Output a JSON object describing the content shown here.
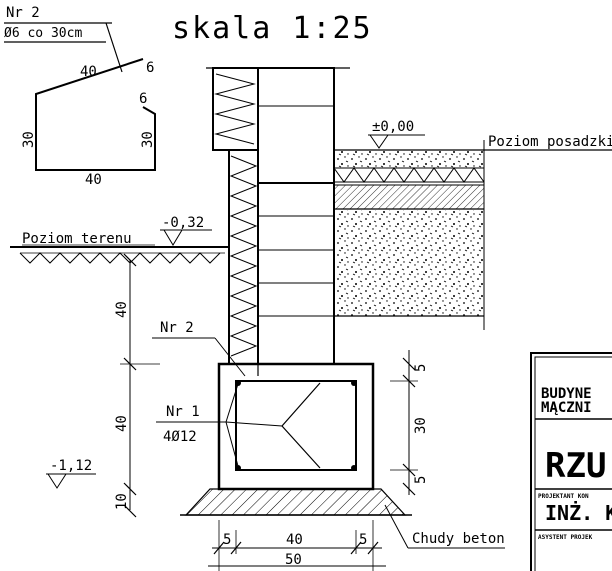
{
  "title": "skala 1:25",
  "bar_detail": {
    "label": "Nr 2",
    "spec": "Ø6 co 30cm",
    "dim_top": "40",
    "dim_hook_top": "6",
    "dim_hook_side": "6",
    "dim_left": "30",
    "dim_right": "30",
    "dim_bottom": "40"
  },
  "levels": {
    "floor_mark": "±0,00",
    "floor_label": "Poziom posadzki",
    "ground_mark": "-0,32",
    "ground_label": "Poziom terenu",
    "base_mark": "-1,12"
  },
  "labels": {
    "bar2": "Nr 2",
    "bar1": "Nr 1",
    "bar1_spec": "4Ø12",
    "lean_concrete": "Chudy beton"
  },
  "dims": {
    "vert_40_top": "40",
    "vert_40_mid": "40",
    "vert_10": "10",
    "right_5_top": "5",
    "right_30": "30",
    "right_5_bottom": "5",
    "bottom_5_left": "5",
    "bottom_40": "40",
    "bottom_5_right": "5",
    "bottom_50": "50"
  },
  "title_block": {
    "line1": "BUDYNE",
    "line2": "MĄCZNI",
    "rzut": "RZU",
    "designer_caption": "PROJEKTANT KON",
    "designer_name": "INŻ. K",
    "assistant_caption": "ASYSTENT PROJEK"
  }
}
